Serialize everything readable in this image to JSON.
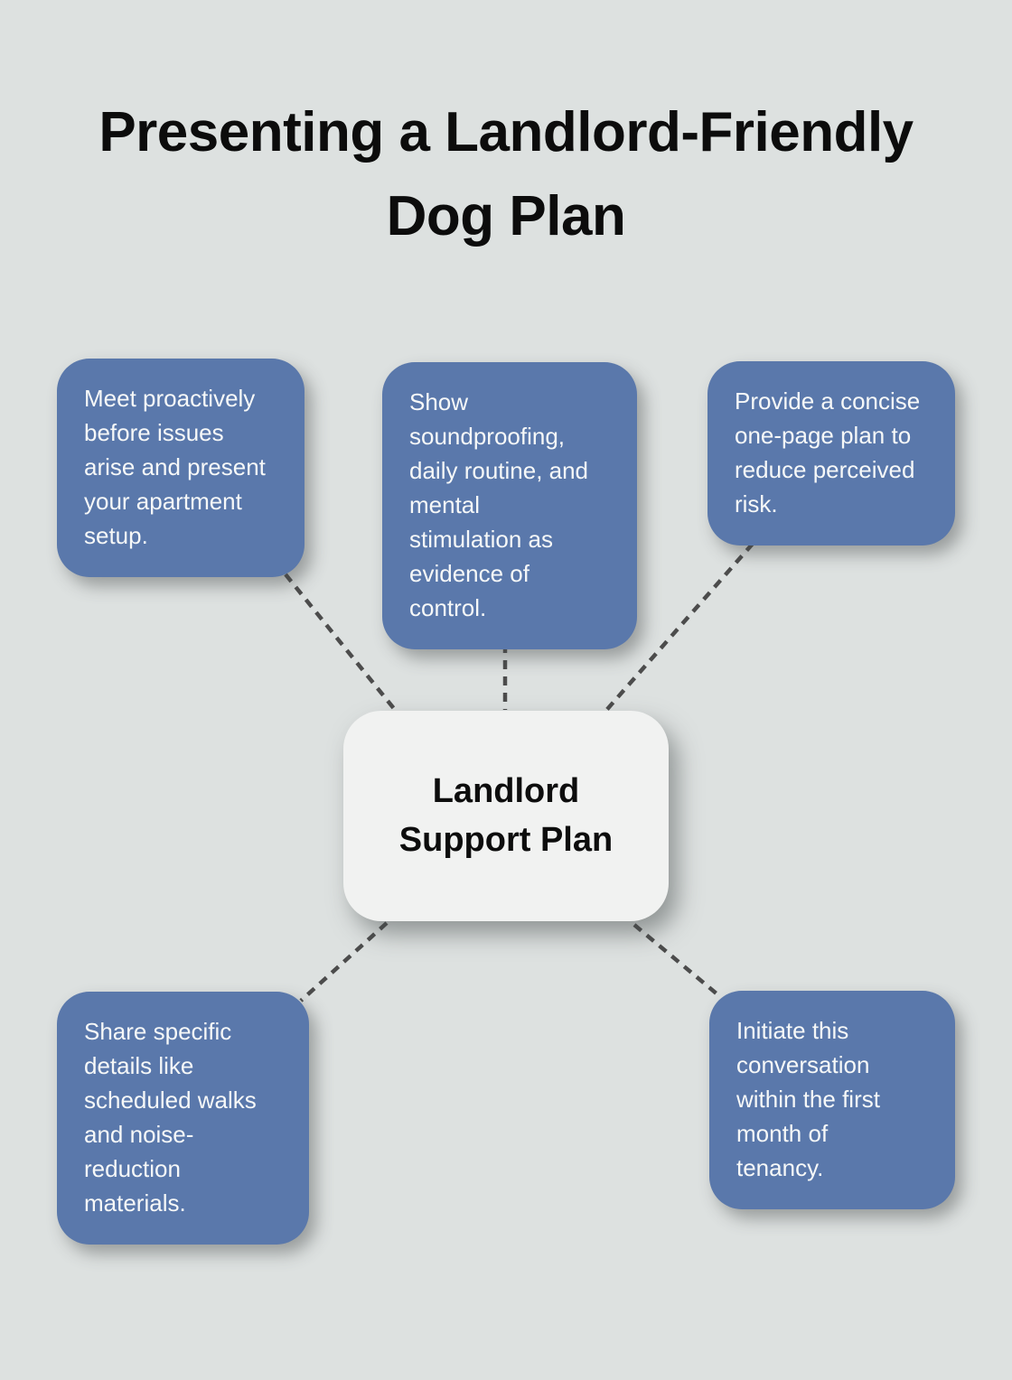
{
  "title": "Presenting a Landlord-Friendly Dog Plan",
  "center_node": {
    "label": "Landlord Support Plan"
  },
  "nodes": [
    {
      "text": "Meet proactively before issues arise and present your apartment setup."
    },
    {
      "text": "Show soundproofing, daily routine, and mental stimulation as evidence of control."
    },
    {
      "text": "Provide a concise one-page plan to reduce perceived risk."
    },
    {
      "text": "Share specific details like scheduled walks and noise-reduction materials."
    },
    {
      "text": "Initiate this conversation within the first month of tenancy."
    }
  ],
  "colors": {
    "background": "#dde1e0",
    "node_fill": "#5a78ab",
    "node_text": "#f6f8f8",
    "center_fill": "#f1f2f1",
    "center_text": "#0d0d0d",
    "connector": "#4c4c4c",
    "title_text": "#0c0c0c"
  }
}
